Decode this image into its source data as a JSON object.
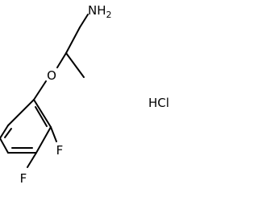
{
  "molecule": {
    "amine": {
      "symbol": "NH",
      "subscript": "2"
    },
    "ether_oxygen": "O",
    "fluorine_meta": "F",
    "fluorine_para": "F",
    "salt": "HCl"
  }
}
